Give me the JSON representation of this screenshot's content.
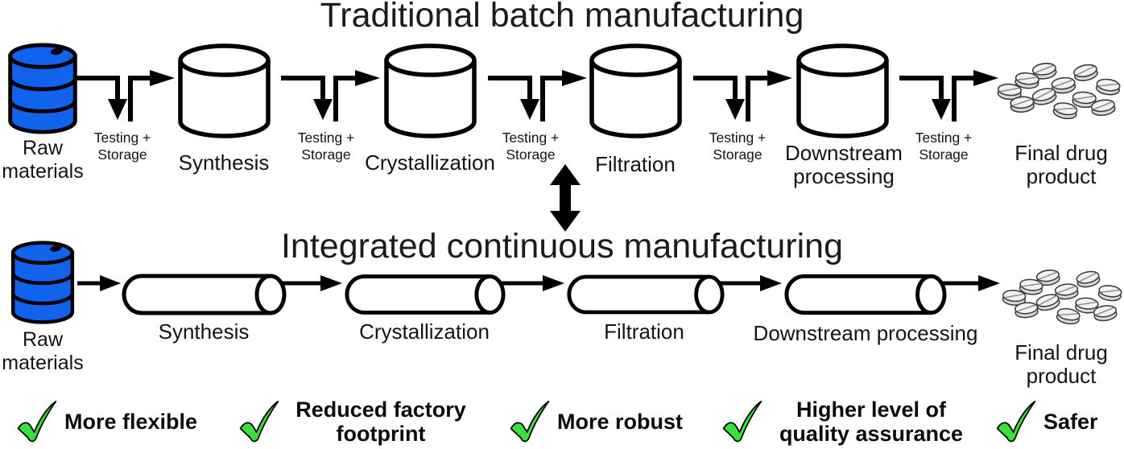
{
  "batch": {
    "title": "Traditional batch manufacturing",
    "source_label": "Raw materials",
    "transfer_label": "Testing + Storage",
    "stages": [
      "Synthesis",
      "Crystallization",
      "Filtration",
      "Downstream processing"
    ],
    "product_label": "Final drug product"
  },
  "continuous": {
    "title": "Integrated continuous manufacturing",
    "source_label": "Raw materials",
    "stages": [
      "Synthesis",
      "Crystallization",
      "Filtration",
      "Downstream processing"
    ],
    "product_label": "Final drug product"
  },
  "benefits": [
    "More flexible",
    "Reduced factory footprint",
    "More robust",
    "Higher level of quality assurance",
    "Safer"
  ],
  "colors": {
    "barrel": "#1163ee",
    "check": "#3ce03c",
    "pill_top": "#f2f2f2",
    "pill_side": "#d9d9d9"
  }
}
